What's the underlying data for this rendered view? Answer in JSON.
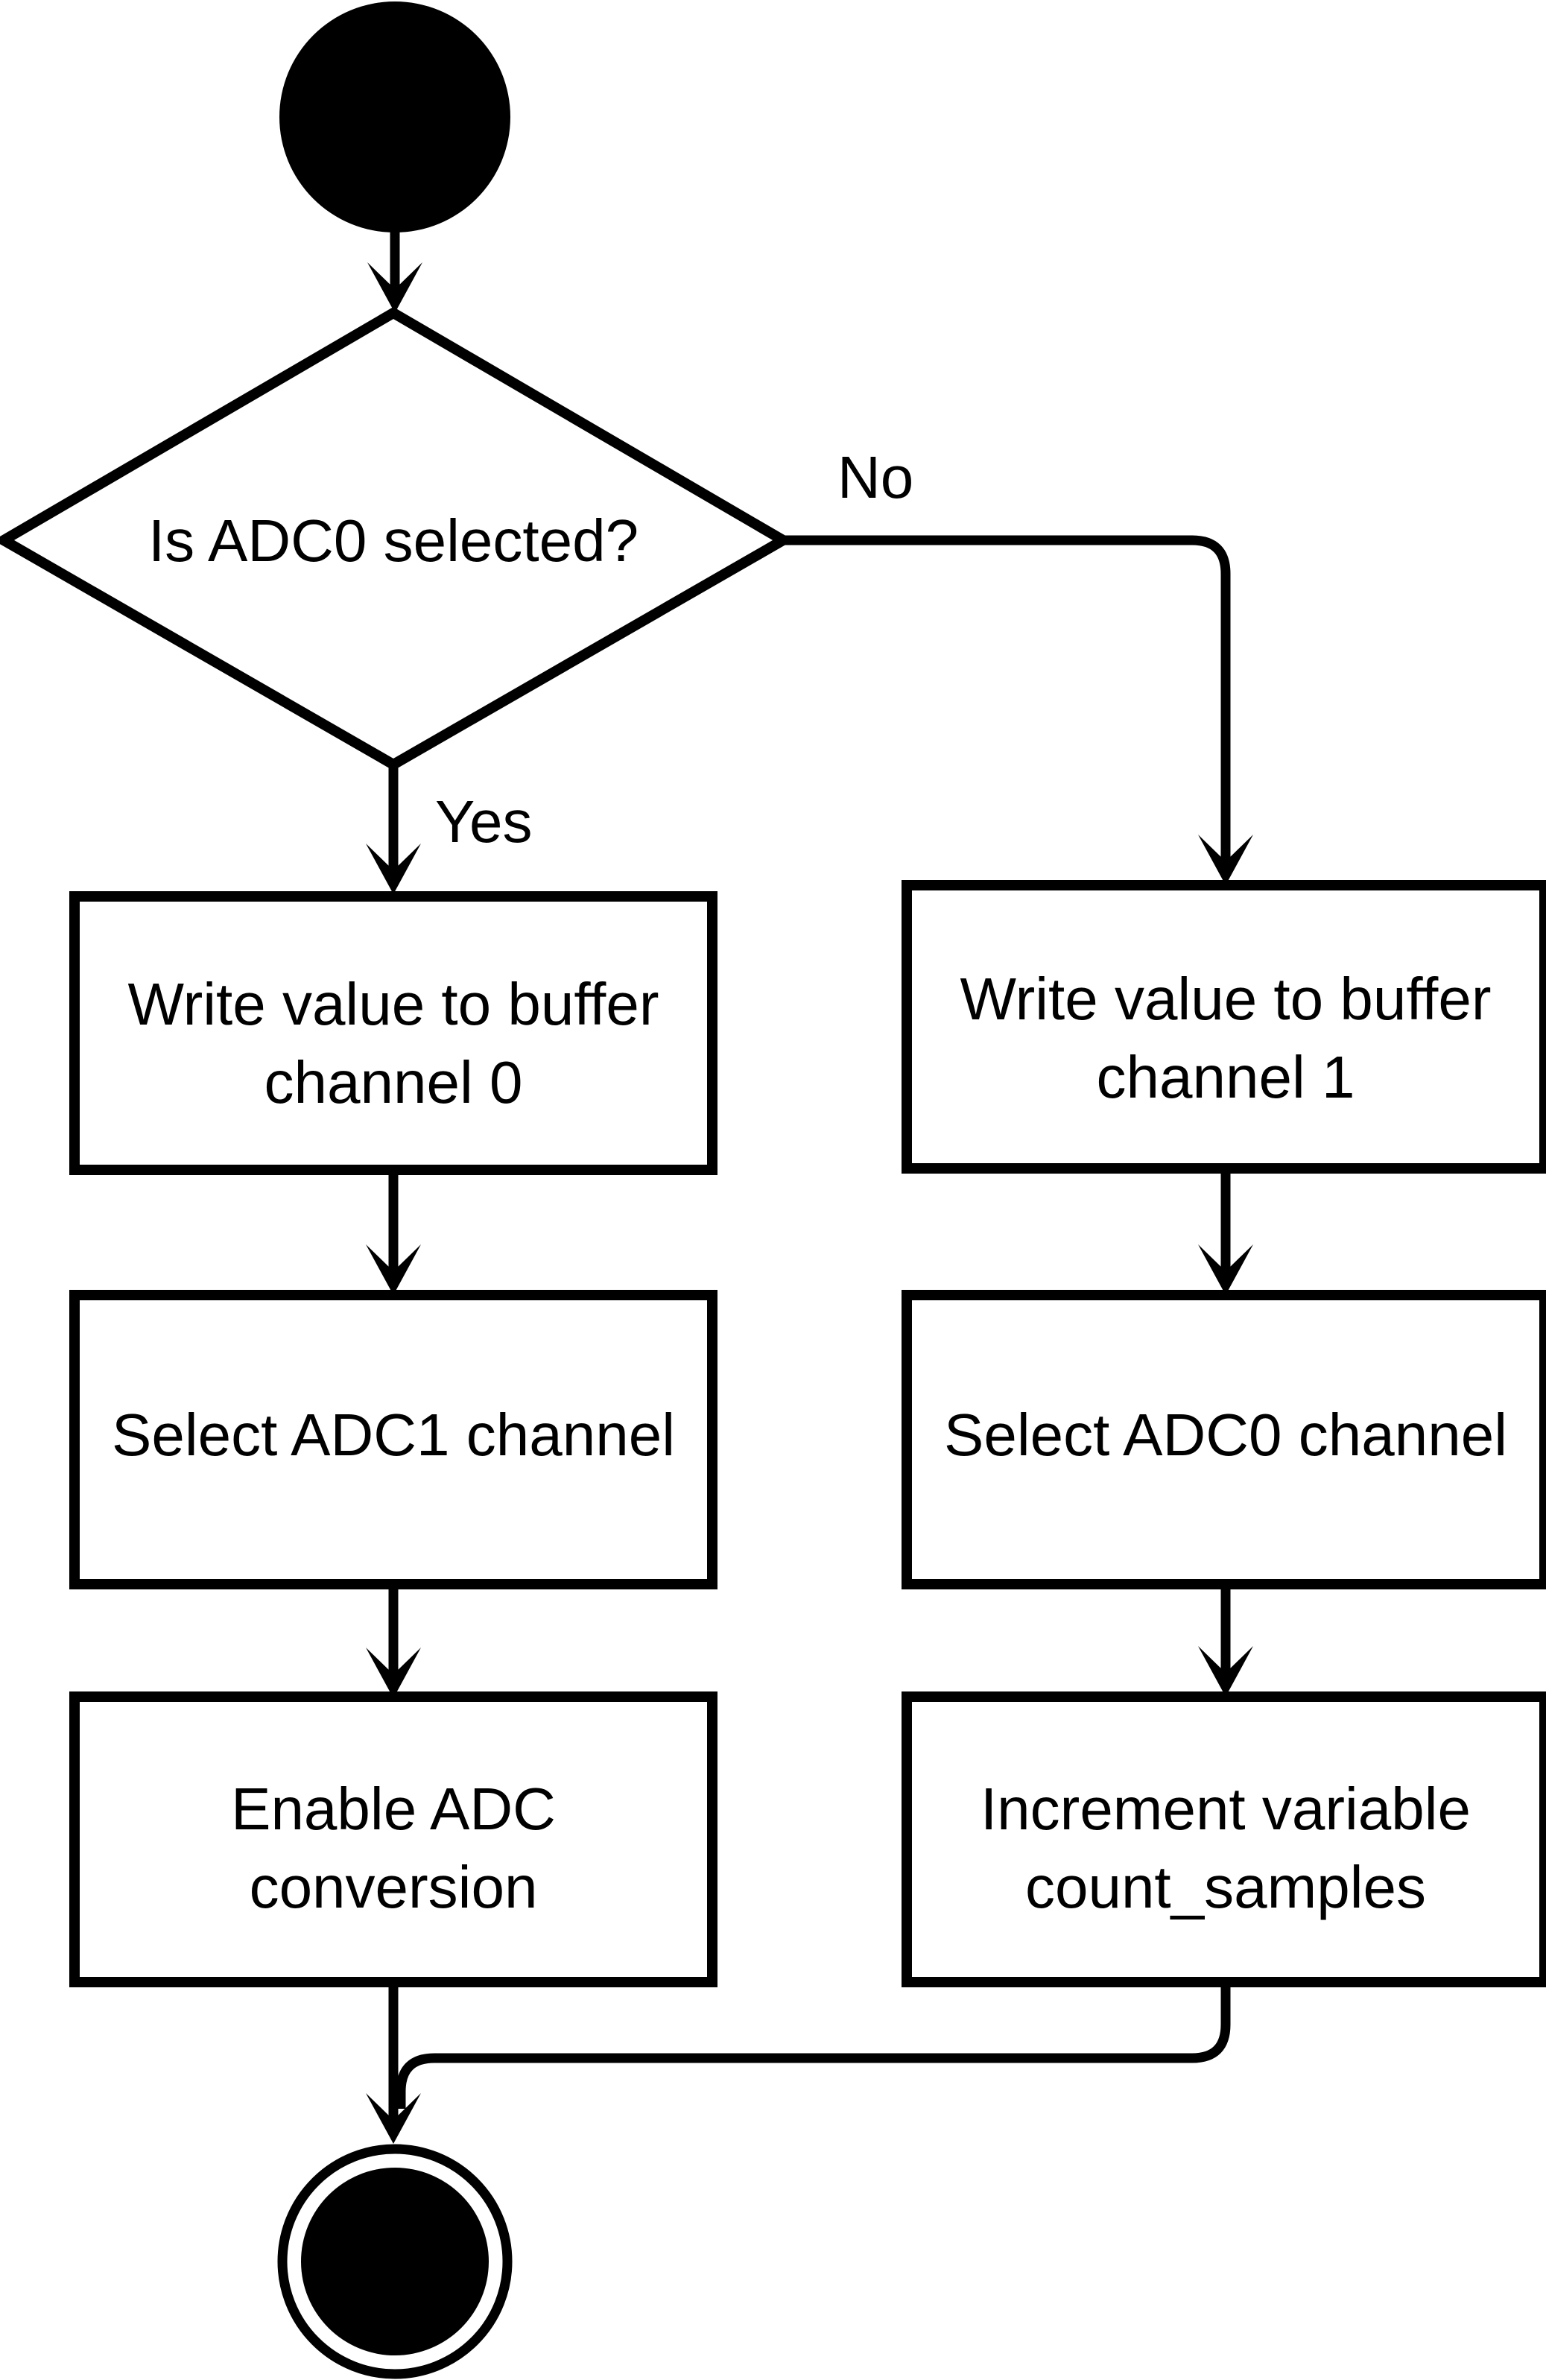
{
  "diagram": {
    "type": "activity-flowchart",
    "colors": {
      "background": "#ffffff",
      "ink": "#000000"
    },
    "start_node": {
      "kind": "initial"
    },
    "decision": {
      "label": "Is ADC0 selected?"
    },
    "branch_labels": {
      "no": "No",
      "yes": "Yes"
    },
    "boxes": {
      "write_ch0": {
        "line1": "Write value to buffer",
        "line2": "channel 0"
      },
      "select_adc1": {
        "label": "Select ADC1 channel"
      },
      "enable_adc": {
        "line1": "Enable ADC",
        "line2": "conversion"
      },
      "write_ch1": {
        "line1": "Write value to buffer",
        "line2": "channel 1"
      },
      "select_adc0": {
        "label": "Select ADC0 channel"
      },
      "increment": {
        "line1": "Increment variable",
        "line2": "count_samples"
      }
    },
    "end_node": {
      "kind": "final"
    }
  }
}
